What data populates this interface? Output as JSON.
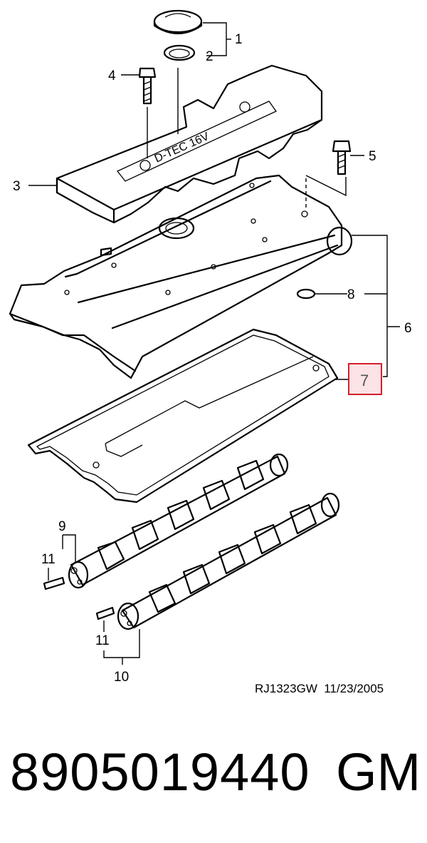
{
  "callouts": {
    "c1": "1",
    "c2": "2",
    "c3": "3",
    "c4": "4",
    "c5": "5",
    "c6": "6",
    "c7": "7",
    "c8": "8",
    "c9": "9",
    "c10": "10",
    "c11a": "11",
    "c11b": "11"
  },
  "cover_text": "D-TEC 16V",
  "highlight_color": "#d4202a",
  "highlight_fill": "#fbe3e6",
  "footer": {
    "reference": "RJ1323GW  11/23/2005"
  },
  "part_number": "8905019440",
  "brand": "GM"
}
